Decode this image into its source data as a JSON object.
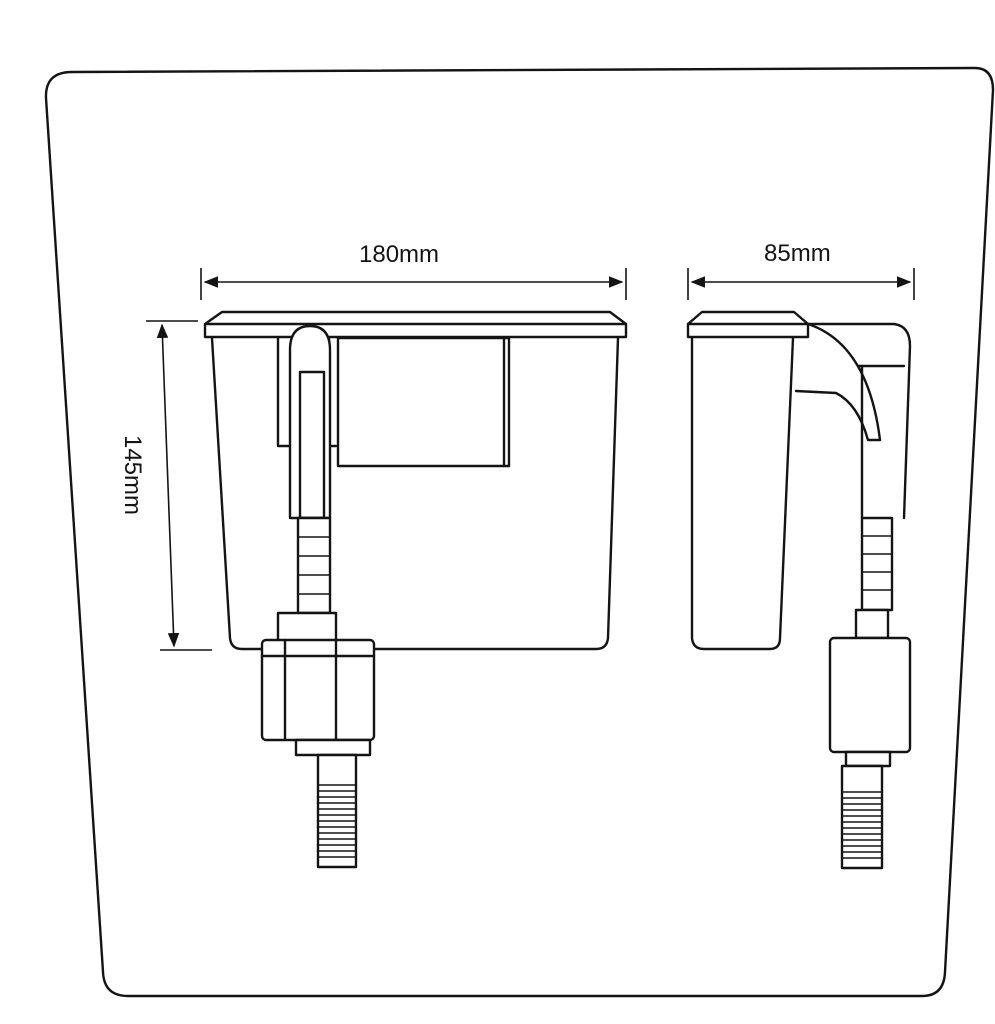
{
  "diagram": {
    "dimensions": {
      "width": "180mm",
      "depth": "85mm",
      "height": "145mm"
    },
    "colors": {
      "line": "#141414",
      "background": "#ffffff"
    }
  }
}
